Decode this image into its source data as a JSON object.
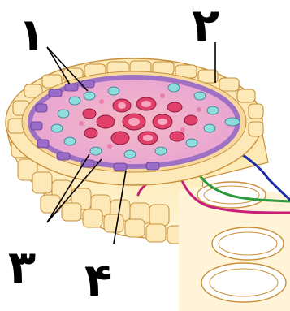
{
  "figure": {
    "labels": {
      "label_1": "۱",
      "label_2": "۲",
      "label_3": "۳",
      "label_4": "۴"
    },
    "colors": {
      "background": "#ffffff",
      "outer_cell_fill": "#fde9b8",
      "outer_cell_edge": "#c8903a",
      "endodermis_purple": "#9a6cc8",
      "xylem_red": "#e0406a",
      "phloem_cyan": "#8fdcdc",
      "root_hair_magenta": "#c8207a",
      "root_hair_green": "#2a9a3a",
      "root_hair_blue": "#1a2aa8",
      "leader_line": "#000000"
    }
  }
}
